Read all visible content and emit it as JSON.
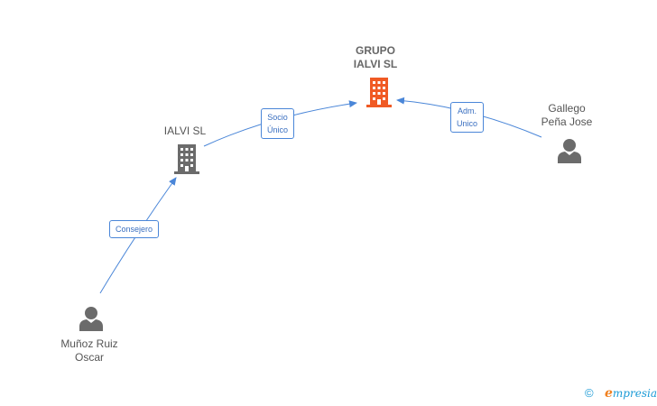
{
  "nodes": {
    "grupo": {
      "label_line1": "GRUPO",
      "label_line2": "IALVI SL",
      "type": "company",
      "color": "#f05a24"
    },
    "ialvi": {
      "label": "IALVI SL",
      "type": "company",
      "color": "#6b6b6b"
    },
    "gallego": {
      "label_line1": "Gallego",
      "label_line2": "Peña Jose",
      "type": "person",
      "color": "#6b6b6b"
    },
    "munoz": {
      "label_line1": "Muñoz Ruiz",
      "label_line2": "Oscar",
      "type": "person",
      "color": "#6b6b6b"
    }
  },
  "edges": {
    "socio": {
      "line1": "Socio",
      "line2": "Único",
      "from": "IALVI SL",
      "to": "GRUPO IALVI SL"
    },
    "adm": {
      "line1": "Adm.",
      "line2": "Unico",
      "from": "Gallego Peña Jose",
      "to": "GRUPO IALVI SL"
    },
    "consejero": {
      "label": "Consejero",
      "from": "Muñoz Ruiz Oscar",
      "to": "IALVI SL"
    }
  },
  "edge_color": "#4a86d8",
  "footer": {
    "copyright_symbol": "©",
    "brand_initial": "e",
    "brand_rest": "mpresia"
  }
}
